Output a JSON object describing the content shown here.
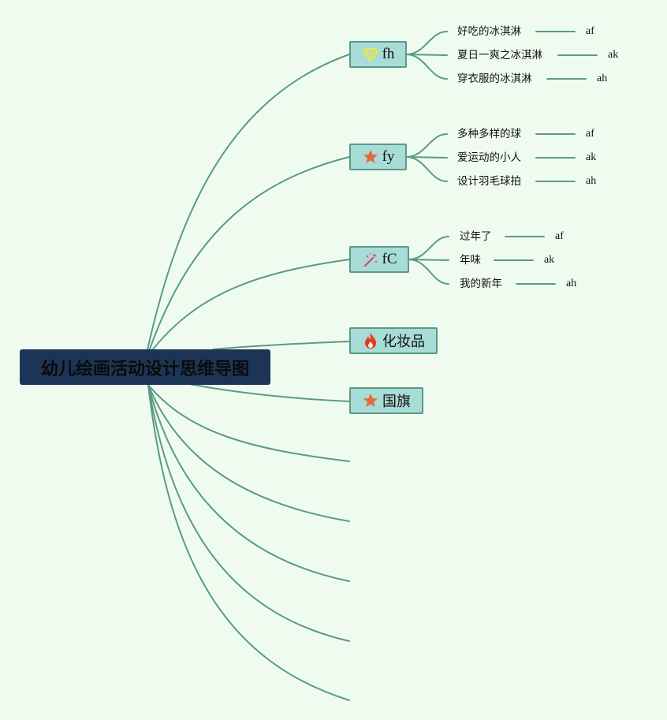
{
  "root": {
    "title": "幼儿绘画活动设计思维导图"
  },
  "branches": [
    {
      "label": "fh",
      "icon": "diamond-icon",
      "children": [
        {
          "label": "好吃的冰淇淋",
          "tag": "af"
        },
        {
          "label": "夏日一爽之冰淇淋",
          "tag": "ak"
        },
        {
          "label": "穿衣服的冰淇淋",
          "tag": "ah"
        }
      ]
    },
    {
      "label": "fy",
      "icon": "star-icon",
      "children": [
        {
          "label": "多种多样的球",
          "tag": "af"
        },
        {
          "label": "爱运动的小人",
          "tag": "ak"
        },
        {
          "label": "设计羽毛球拍",
          "tag": "ah"
        }
      ]
    },
    {
      "label": "fC",
      "icon": "magic-wand-icon",
      "children": [
        {
          "label": "过年了",
          "tag": "af"
        },
        {
          "label": "年味",
          "tag": "ak"
        },
        {
          "label": "我的新年",
          "tag": "ah"
        }
      ]
    },
    {
      "label": "化妆品",
      "icon": "fire-icon",
      "children": []
    },
    {
      "label": "国旗",
      "icon": "star-icon",
      "children": []
    }
  ],
  "colors": {
    "background": "#f0fbf0",
    "root_fill": "#1c3557",
    "branch_fill": "#a8dcd6",
    "branch_border": "#5a9a86",
    "connector": "#5a9a86",
    "star": "#e8663c",
    "fire": "#e23b1e",
    "diamond": "#e8e84a",
    "wand": "#e0407a"
  }
}
